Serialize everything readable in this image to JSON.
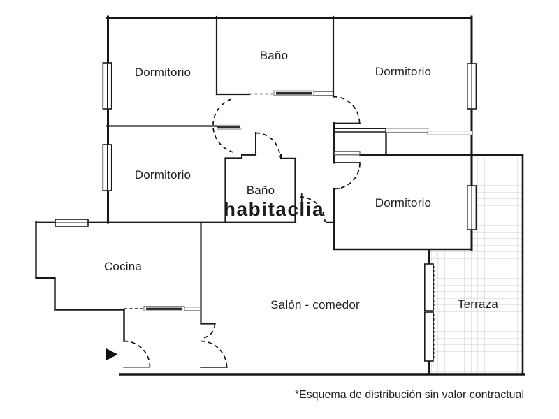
{
  "floorplan": {
    "rooms": [
      {
        "id": "dormitorio-1",
        "label": "Dormitorio"
      },
      {
        "id": "bano-1",
        "label": "Baño"
      },
      {
        "id": "dormitorio-3",
        "label": "Dormitorio"
      },
      {
        "id": "dormitorio-2",
        "label": "Dormitorio"
      },
      {
        "id": "bano-2",
        "label": "Baño"
      },
      {
        "id": "dormitorio-4",
        "label": "Dormitorio"
      },
      {
        "id": "cocina",
        "label": "Cocina"
      },
      {
        "id": "salon",
        "label": "Salón - comedor"
      },
      {
        "id": "terraza",
        "label": "Terraza"
      }
    ],
    "watermark": "habitaclia",
    "disclaimer": "*Esquema de distribución sin valor contractual",
    "colors": {
      "wall": "#1a1a1a",
      "hatch": "#cccccc",
      "watermark": "#e3e3e3",
      "text": "#1c1c1c"
    }
  }
}
